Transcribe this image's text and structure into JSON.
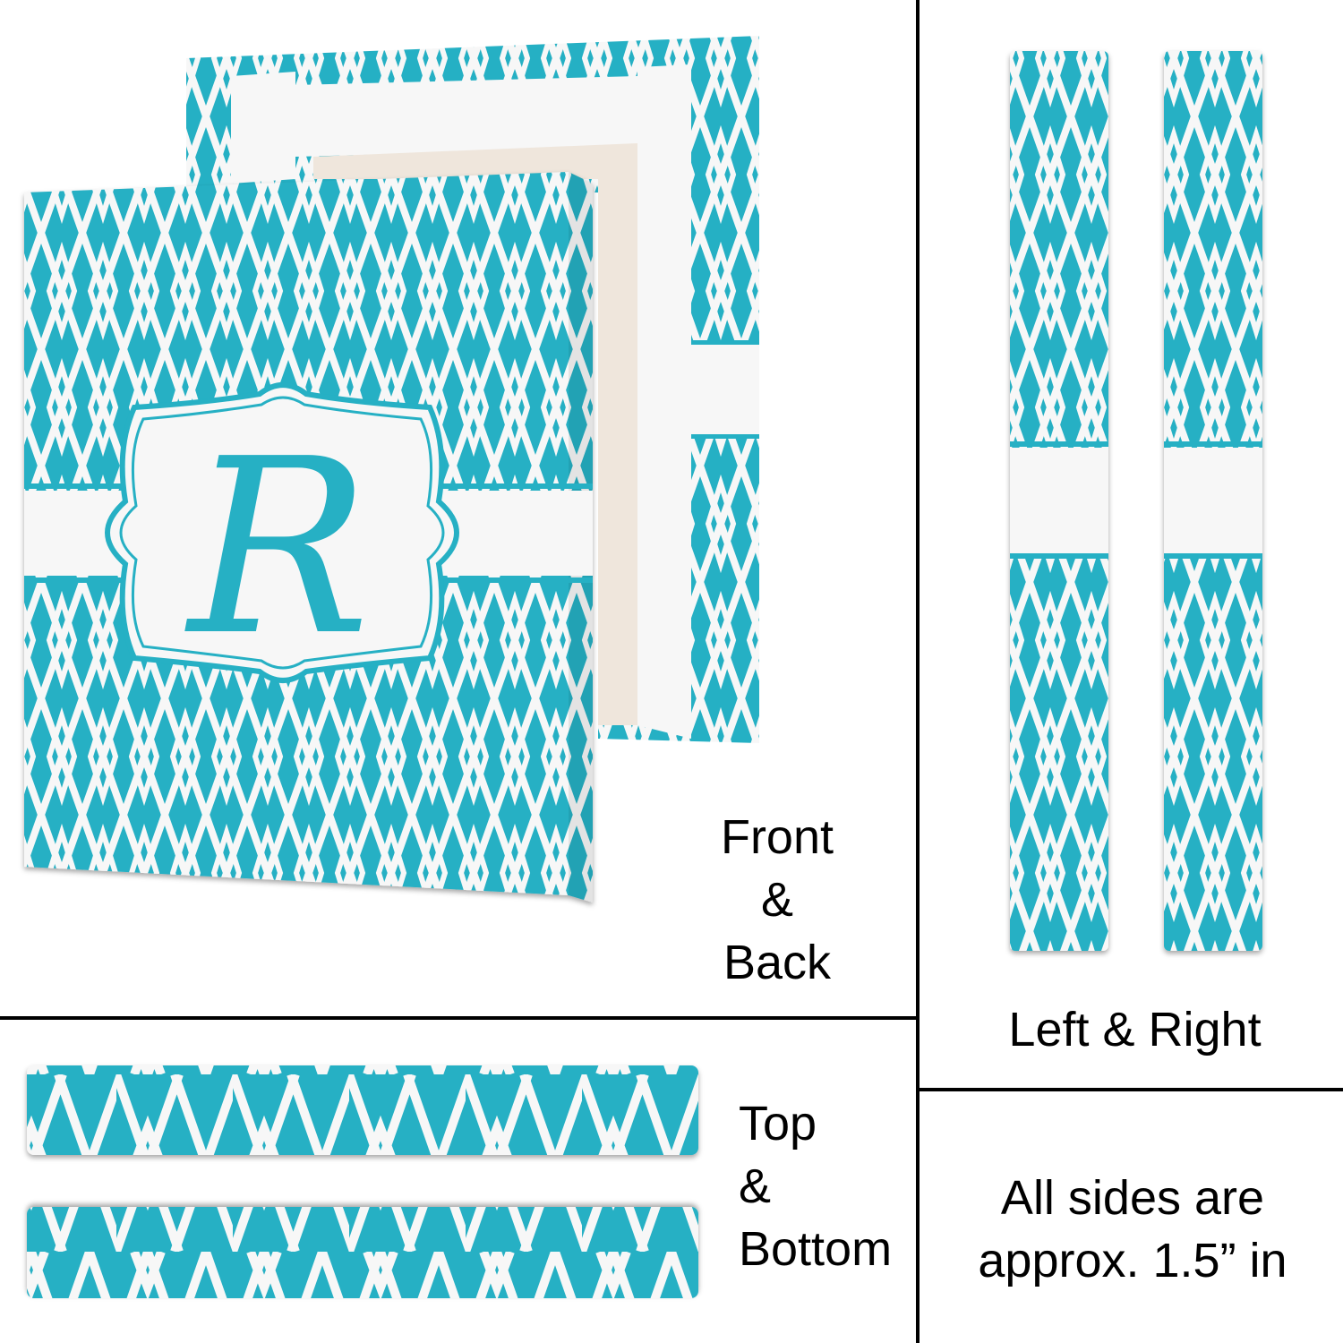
{
  "colors": {
    "teal": "#25b0c4",
    "white": "#f7f7f7",
    "divider": "#000000"
  },
  "monogram": "R",
  "labels": {
    "front_back": [
      "Front",
      "&",
      "Back"
    ],
    "top_bottom": [
      "Top",
      "&",
      "Bottom"
    ],
    "left_right": "Left & Right",
    "note": [
      "All sides are",
      "approx. 1.5” in"
    ]
  }
}
